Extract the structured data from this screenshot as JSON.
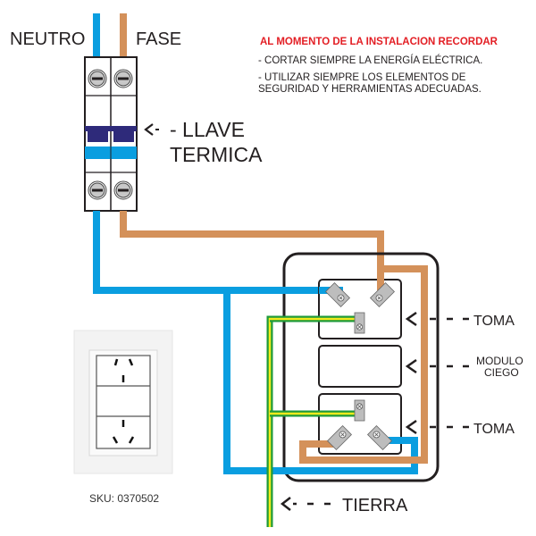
{
  "labels": {
    "neutral": "NEUTRO",
    "phase": "FASE",
    "breaker_line1": "- LLAVE",
    "breaker_line2": "TERMICA",
    "breaker_arrow": "<-",
    "outlet_top": "TOMA",
    "blank_module_line1": "MODULO",
    "blank_module_line2": "CIEGO",
    "outlet_bottom": "TOMA",
    "ground": "TIERRA",
    "sku": "SKU: 0370502"
  },
  "warning": {
    "title": "AL MOMENTO DE LA INSTALACION RECORDAR",
    "lines": [
      "- CORTAR SIEMPRE LA ENERGÍA ELÉCTRICA.",
      "- UTILIZAR SIEMPRE LOS ELEMENTOS DE",
      "SEGURIDAD Y HERRAMIENTAS ADECUADAS."
    ]
  },
  "colors": {
    "neutral_wire": "#0a9ee0",
    "phase_wire": "#d4915a",
    "ground_wire_outer": "#1e9a3a",
    "ground_wire_inner": "#f2ea1c",
    "breaker_handle": "#2e2a7a",
    "breaker_band": "#0a9ee0",
    "warning_title": "#e31e24",
    "outline": "#231f20",
    "terminal": "#bdbdbd"
  },
  "components": {
    "breaker": {
      "name": "llave-termica",
      "poles": 2,
      "icon": "breaker-icon"
    },
    "box_modules": [
      "toma",
      "modulo-ciego",
      "toma"
    ],
    "product_photo": {
      "icon": "double-outlet-plate-icon"
    }
  }
}
